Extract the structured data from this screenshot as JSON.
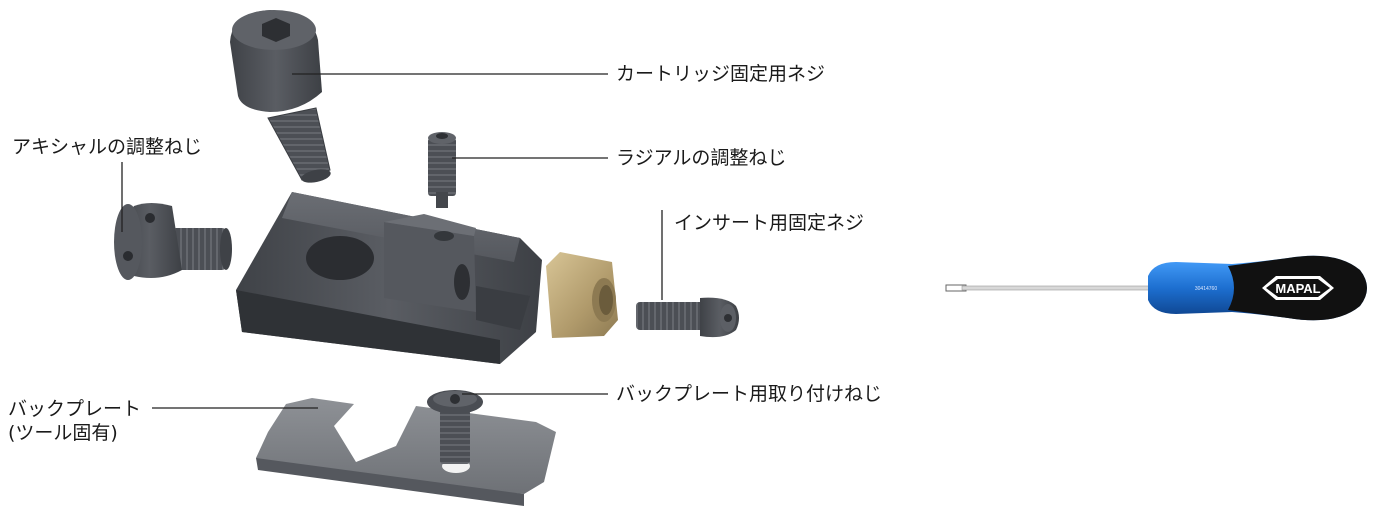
{
  "labels": {
    "cartridge_screw": "カートリッジ固定用ネジ",
    "radial_adjust": "ラジアルの調整ねじ",
    "axial_adjust": "アキシャルの調整ねじ",
    "insert_screw": "インサート用固定ネジ",
    "backplate_line1": "バックプレート",
    "backplate_line2": "(ツール固有)",
    "backplate_screw": "バックプレート用取り付けねじ"
  },
  "screwdriver": {
    "brand": "MAPAL",
    "part_number": "30414760"
  },
  "colors": {
    "part_dark": "#4a4d53",
    "insert_gold": "#b7a37a",
    "handle_blue": "#1d6fd0",
    "handle_black": "#111111"
  }
}
